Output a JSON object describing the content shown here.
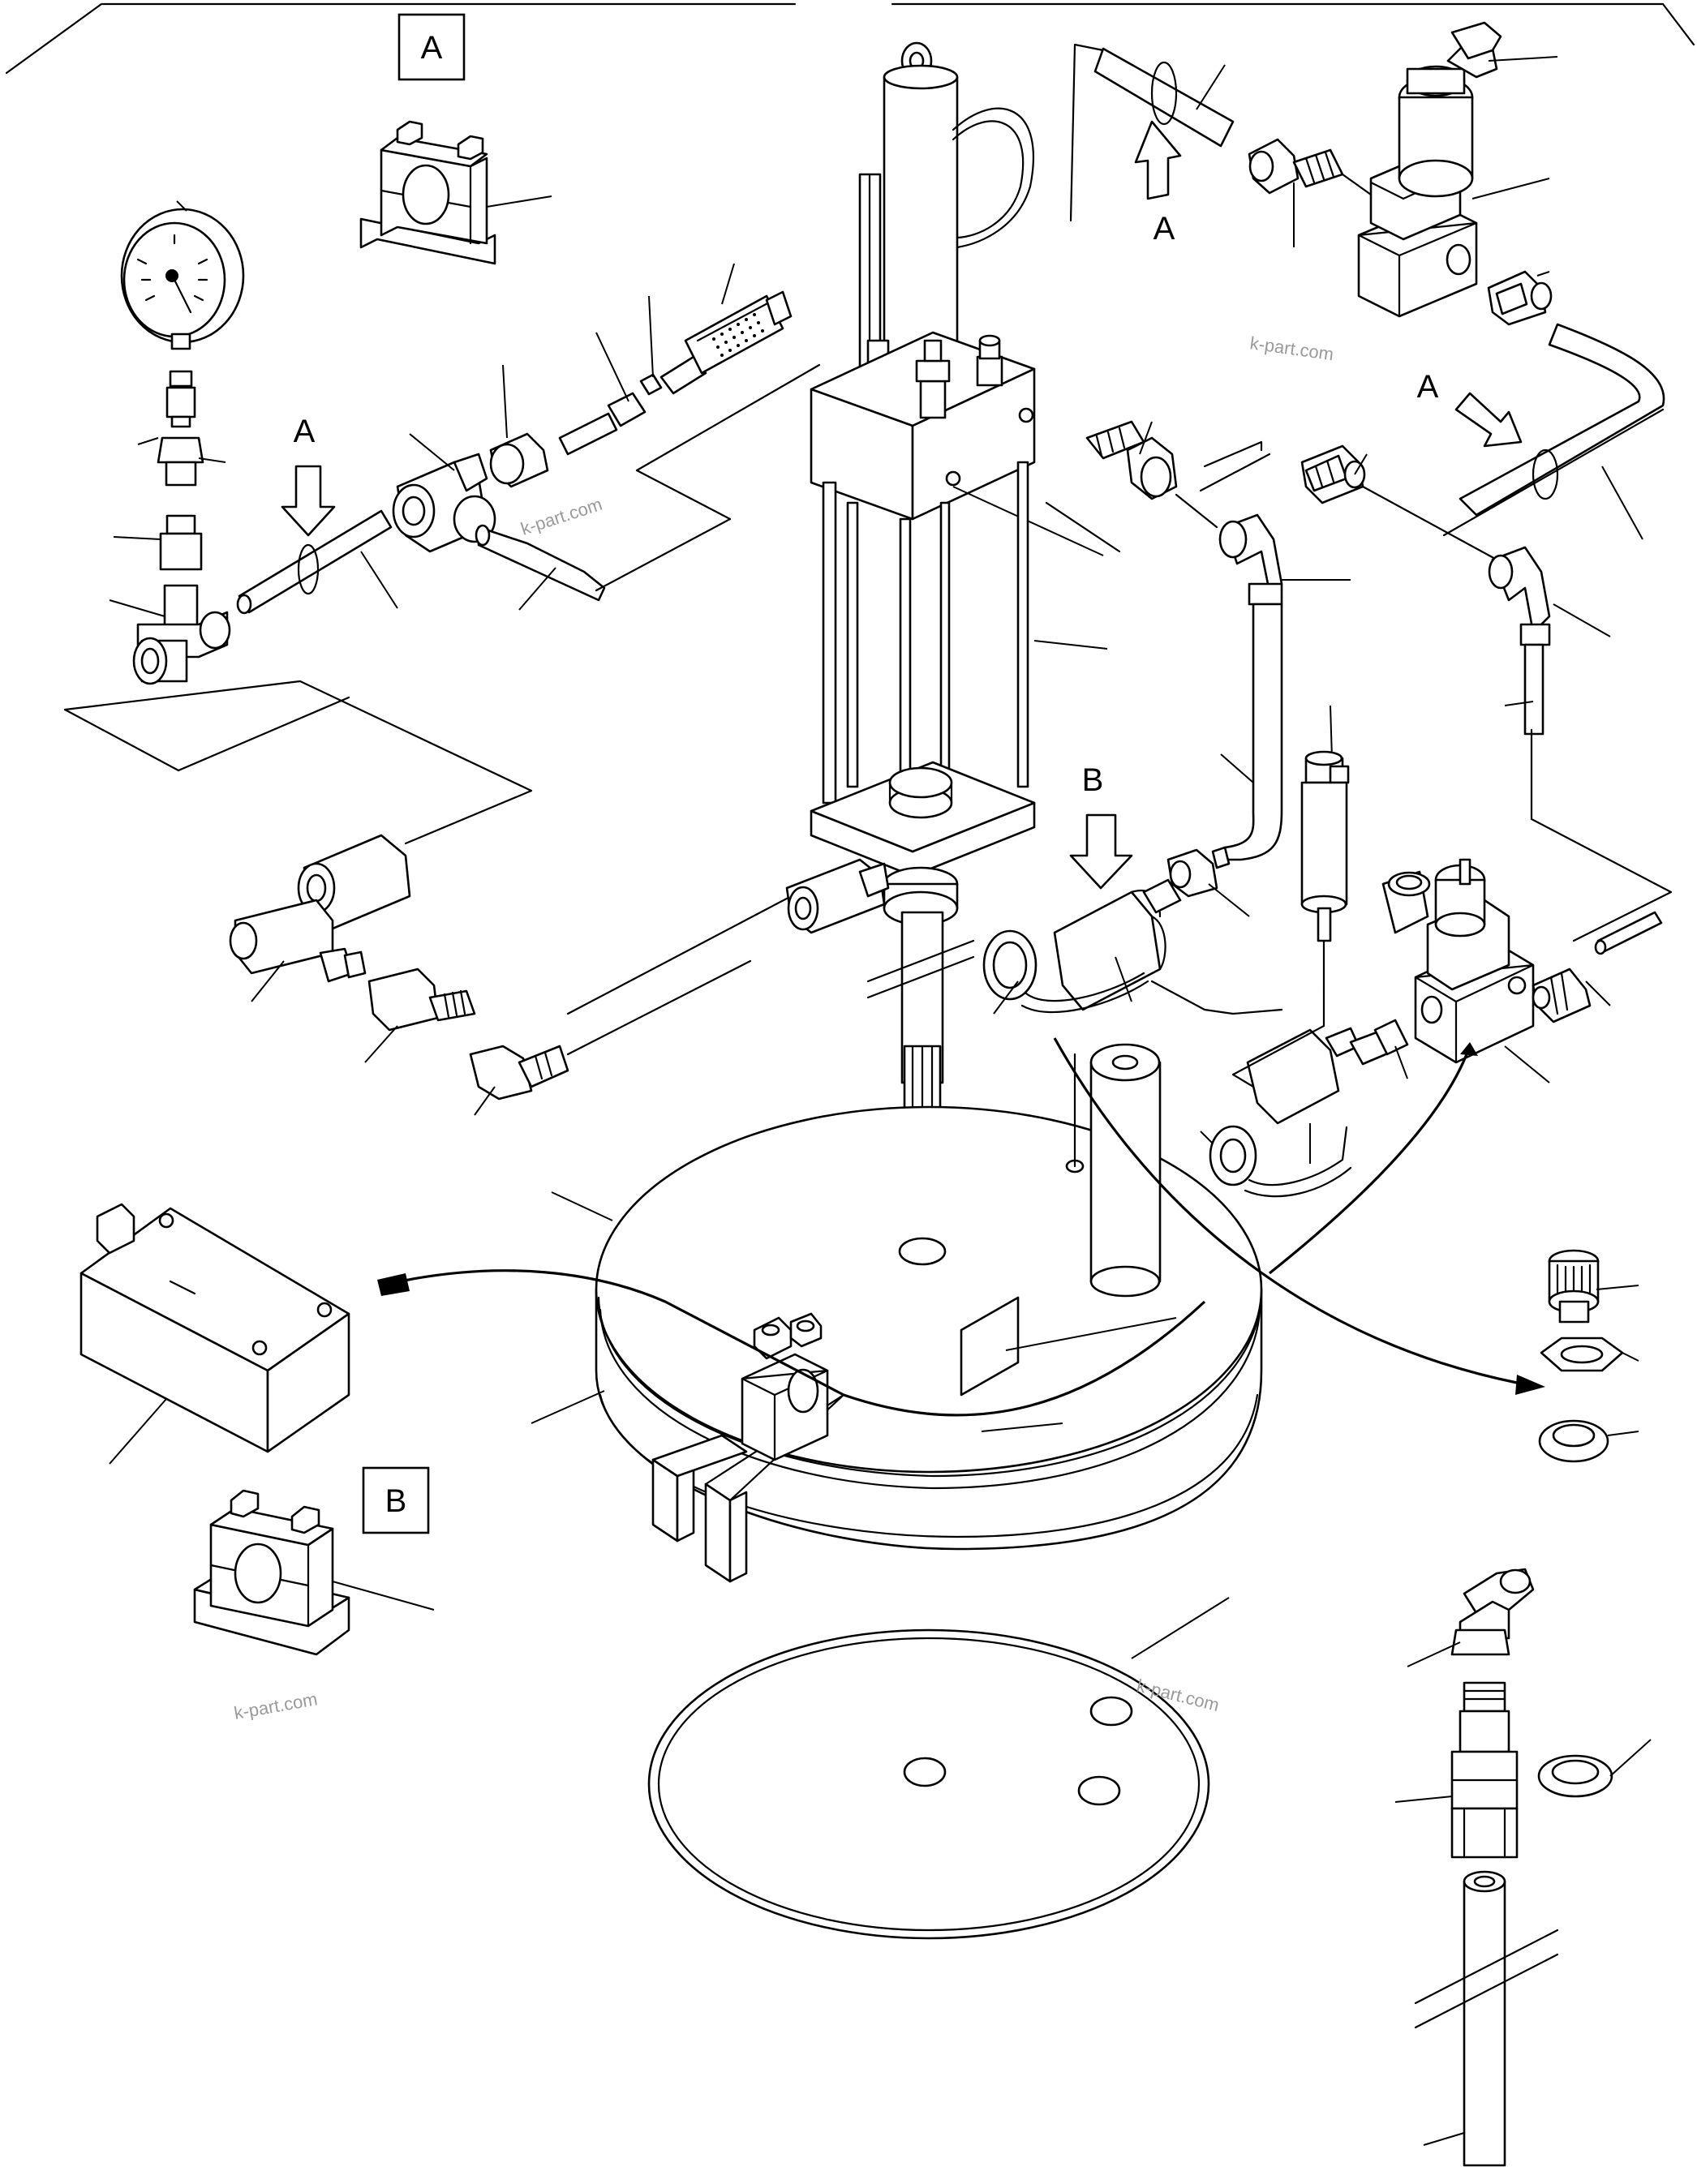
{
  "labels": {
    "box_a": "A",
    "box_b": "B",
    "arrow_a_left": "A",
    "arrow_a_upper_right": "A",
    "arrow_a_right": "A",
    "arrow_b": "B"
  },
  "watermarks": [
    "k-part.com",
    "k-part.com",
    "k-part.com",
    "k-part.com"
  ]
}
